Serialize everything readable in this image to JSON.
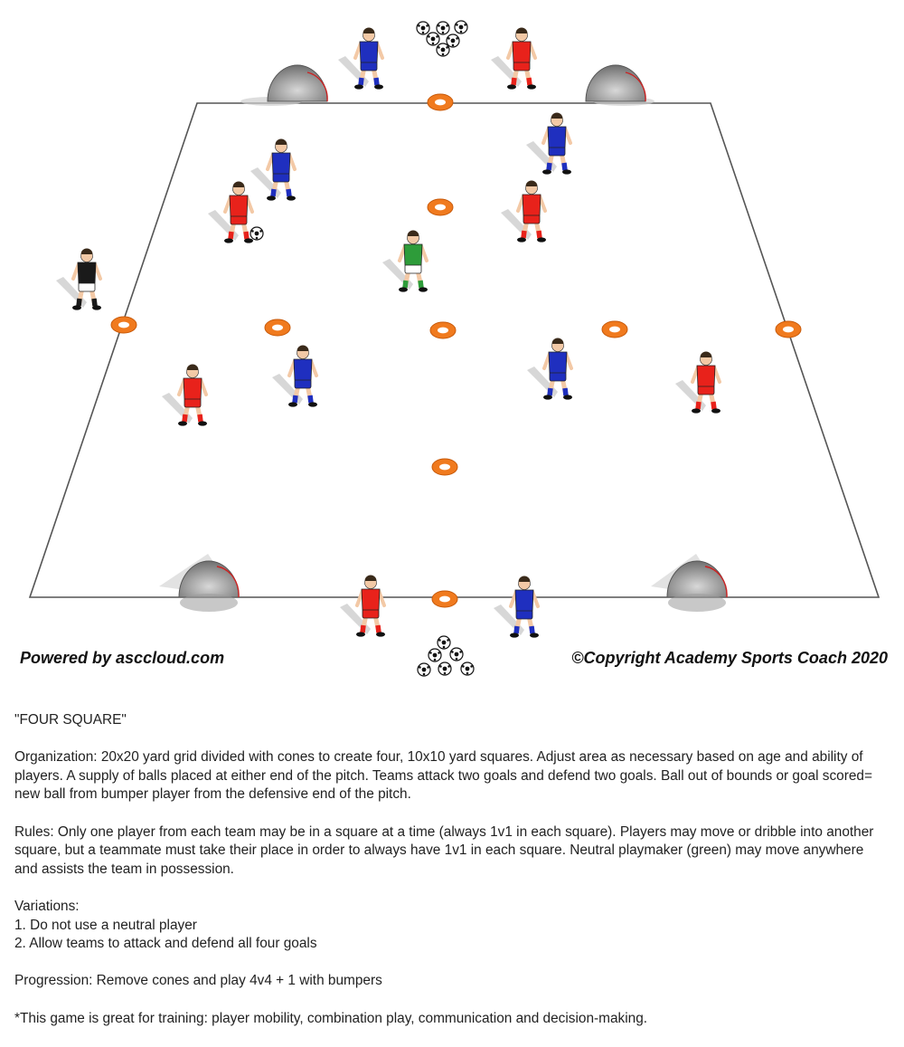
{
  "diagram": {
    "team_colors": {
      "red": "#e8221b",
      "blue": "#1f2fbf",
      "neutral": "#2e9c3a",
      "bumper_black": "#1a1a1a",
      "cone": "#f07a1e",
      "goal": "#9a9a9a"
    },
    "players": [
      {
        "team": "blue",
        "role": "bumper"
      },
      {
        "team": "red",
        "role": "bumper"
      },
      {
        "team": "blue",
        "role": "player"
      },
      {
        "team": "red",
        "role": "player"
      },
      {
        "team": "blue",
        "role": "player"
      },
      {
        "team": "red",
        "role": "player"
      },
      {
        "team": "neutral",
        "role": "playmaker"
      },
      {
        "team": "black",
        "role": "coach"
      },
      {
        "team": "red",
        "role": "player"
      },
      {
        "team": "blue",
        "role": "player"
      },
      {
        "team": "blue",
        "role": "player"
      },
      {
        "team": "red",
        "role": "player"
      },
      {
        "team": "red",
        "role": "bumper"
      },
      {
        "team": "blue",
        "role": "bumper"
      }
    ],
    "ball_supplies": [
      "top-ball-supply",
      "bottom-ball-supply"
    ],
    "goals": [
      "goal-top-left",
      "goal-top-right",
      "goal-bottom-left",
      "goal-bottom-right"
    ]
  },
  "credits": {
    "left": "Powered by asccloud.com",
    "right": "©Copyright Academy Sports Coach 2020"
  },
  "description": {
    "title": "\"FOUR SQUARE\"",
    "organization": "Organization: 20x20 yard grid divided with cones to create four, 10x10 yard squares.  Adjust area as necessary based on age and ability of players.  A supply of balls placed at either end of the pitch.  Teams attack two goals and defend two goals.  Ball out of bounds or goal scored= new ball from bumper player from the defensive end of the pitch.",
    "rules": "Rules:  Only one player from each team may be in a square at a time (always 1v1 in each square).  Players may move or dribble into another square, but a teammate must take their place in order to always have 1v1 in each square.  Neutral playmaker (green) may move anywhere and assists the team in possession.",
    "variations_heading": "Variations:",
    "variations": [
      "1.  Do not use a neutral player",
      "2.  Allow teams to attack and defend all four goals"
    ],
    "progression": "Progression: Remove cones and play 4v4 + 1 with bumpers",
    "note": "*This game is great for training: player mobility, combination play, communication and decision-making."
  }
}
